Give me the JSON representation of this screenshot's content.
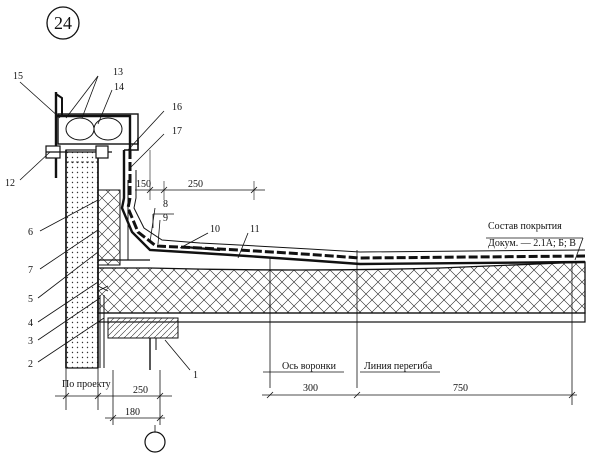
{
  "sheet": {
    "number": "24"
  },
  "callouts": {
    "c1": "1",
    "c2": "2",
    "c3": "3",
    "c4": "4",
    "c5": "5",
    "c6": "6",
    "c7": "7",
    "c8": "8",
    "c9": "9",
    "c10": "10",
    "c11": "11",
    "c12": "12",
    "c13": "13",
    "c14": "14",
    "c15": "15",
    "c16": "16",
    "c17": "17"
  },
  "dimensions": {
    "d150": "150",
    "d250_top": "250",
    "d250_bottom": "250",
    "d180": "180",
    "d300": "300",
    "d750": "750"
  },
  "labels": {
    "composition_title": "Состав покрытия",
    "composition_ref": "Докум. — 2.1А; Б; В",
    "funnel_axis": "Ось воронки",
    "bend_line": "Линия перегиба",
    "by_design": "По проекту"
  }
}
